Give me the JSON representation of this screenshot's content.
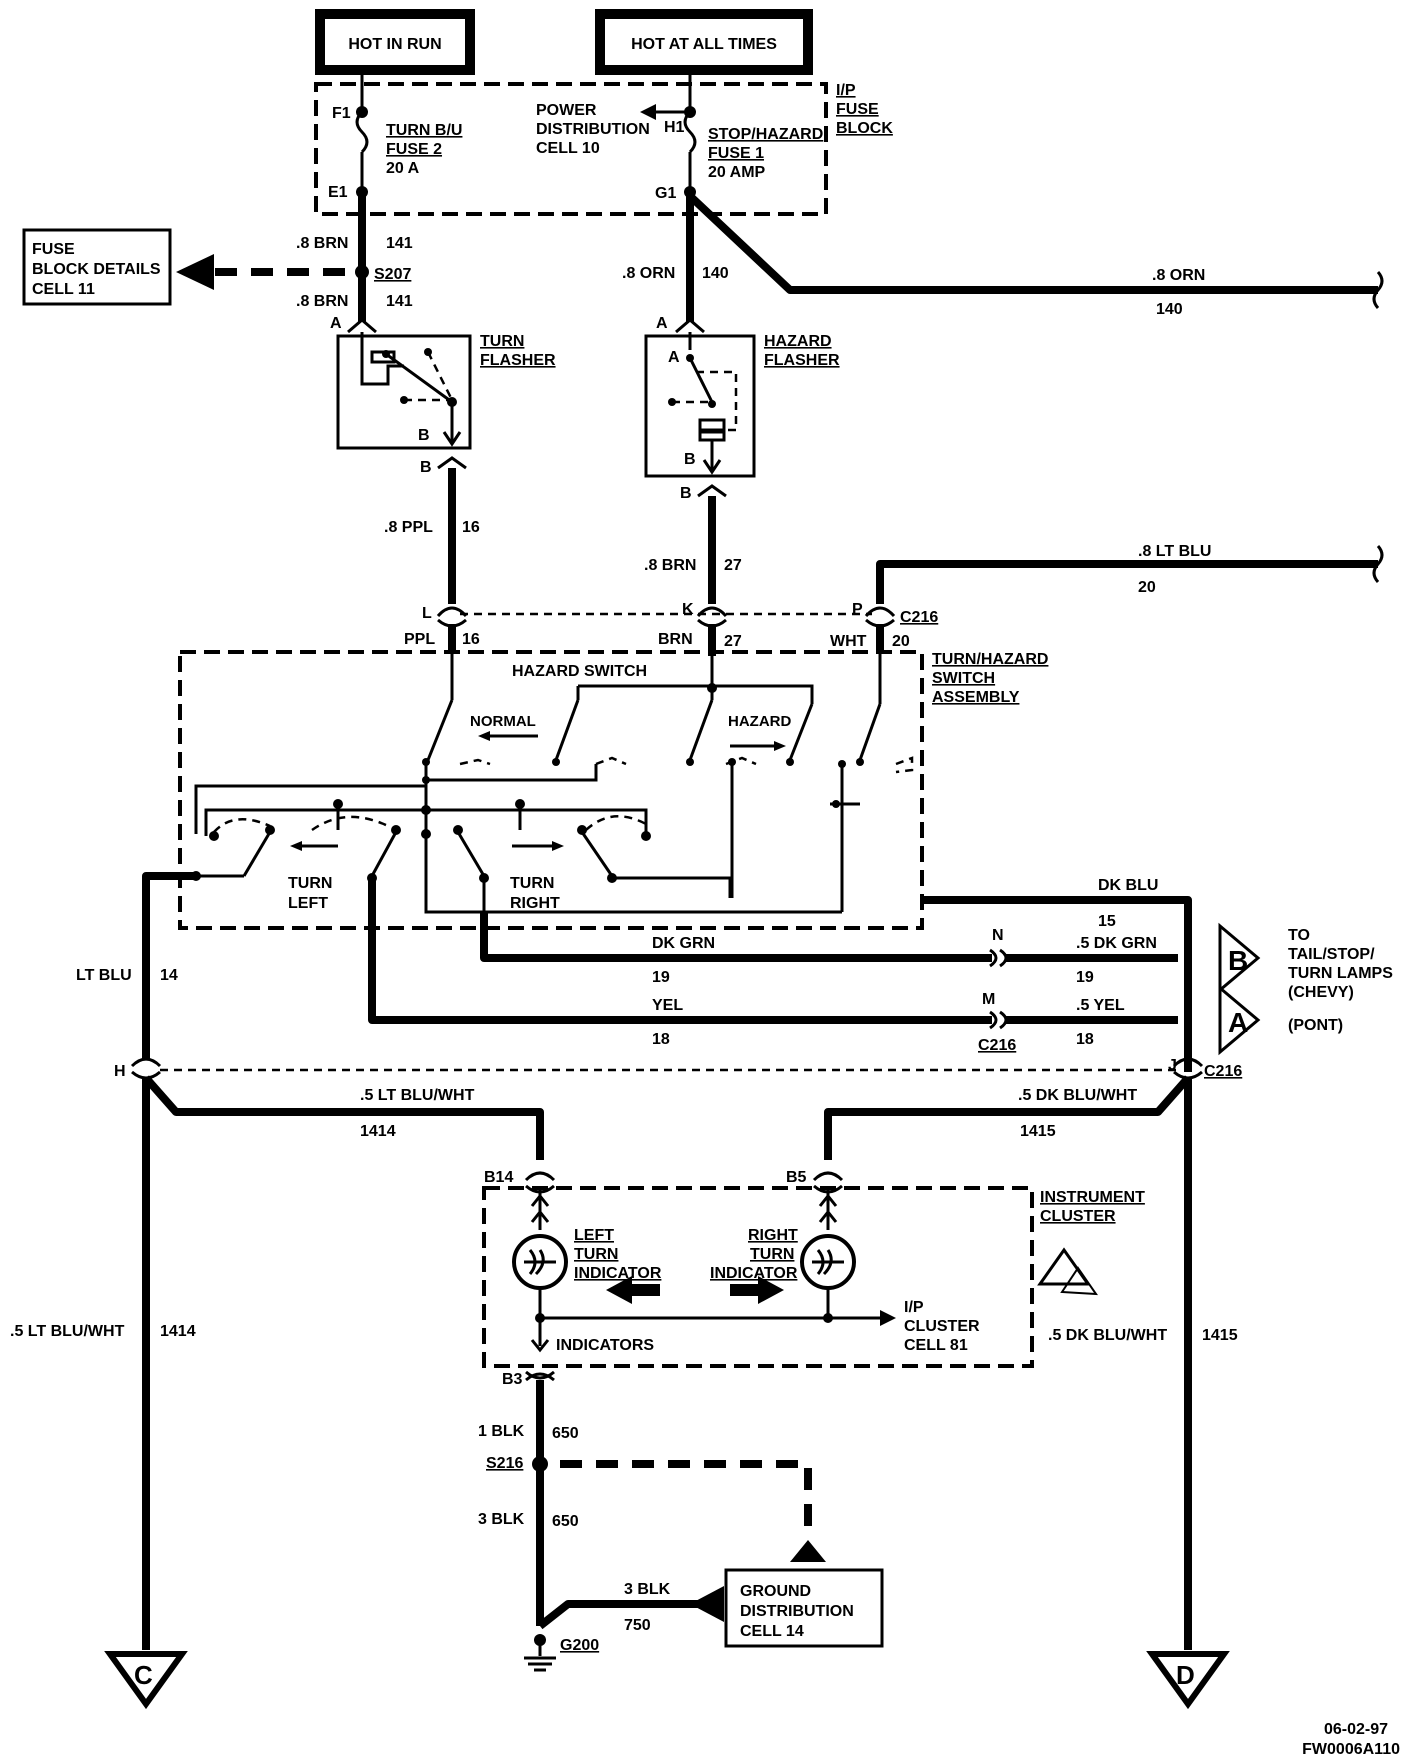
{
  "power": {
    "hot_in_run": "HOT IN RUN",
    "hot_at_all_times": "HOT AT ALL TIMES"
  },
  "fuse_block": {
    "title": [
      "I/P",
      "FUSE",
      "BLOCK"
    ],
    "turn_fuse": [
      "TURN B/U",
      "FUSE 2",
      "20 A"
    ],
    "power_dist": [
      "POWER",
      "DISTRIBUTION",
      "CELL 10"
    ],
    "stop_fuse": [
      "STOP/HAZARD",
      "FUSE 1",
      "20 AMP"
    ],
    "pins": {
      "f1": "F1",
      "e1": "E1",
      "h1": "H1",
      "g1": "G1"
    }
  },
  "fuse_details": [
    "FUSE",
    "BLOCK DETAILS",
    "CELL 11"
  ],
  "wires": {
    "brn141_top": ".8 BRN",
    "n141_top": "141",
    "s207": "S207",
    "brn141_bot": ".8 BRN",
    "n141_bot": "141",
    "orn140_left": ".8 ORN",
    "n140_left": "140",
    "orn140_right": ".8 ORN",
    "n140_right": "140",
    "ppl16": ".8 PPL",
    "n16": "16",
    "brn27": ".8 BRN",
    "n27": "27",
    "ltblu20": ".8 LT BLU",
    "n20": "20",
    "ppl_c": "PPL",
    "n16_c": "16",
    "brn_c": "BRN",
    "n27_c": "27",
    "wht_c": "WHT",
    "n20_c": "20",
    "dkblu": "DK BLU",
    "n15": "15",
    "dkgrn": "DK GRN",
    "n19": "19",
    "dkgrn5": ".5 DK GRN",
    "n19b": "19",
    "yel": "YEL",
    "n18": "18",
    "yel5": ".5 YEL",
    "n18b": "18",
    "ltblu14": "LT BLU",
    "n14": "14",
    "ltbluwht_top": ".5 LT BLU/WHT",
    "n1414_top": "1414",
    "dkbluwht_top": ".5 DK BLU/WHT",
    "n1415_top": "1415",
    "ltbluwht_side": ".5 LT BLU/WHT",
    "n1414_side": "1414",
    "dkbluwht_side": ".5 DK BLU/WHT",
    "n1415_side": "1415",
    "blk1": "1 BLK",
    "n650a": "650",
    "s216": "S216",
    "blk3": "3 BLK",
    "n650b": "650",
    "blk3b": "3 BLK",
    "n750": "750",
    "g200": "G200"
  },
  "flashers": {
    "turn": [
      "TURN",
      "FLASHER"
    ],
    "hazard": [
      "HAZARD",
      "FLASHER"
    ],
    "pin_a": "A",
    "pin_b": "B"
  },
  "connector": {
    "c216": "C216",
    "l": "L",
    "k": "K",
    "p": "P",
    "n": "N",
    "m": "M",
    "h": "H",
    "j": "J"
  },
  "switch_assembly": {
    "title": [
      "TURN/HAZARD",
      "SWITCH",
      "ASSEMBLY"
    ],
    "hazard_switch": "HAZARD SWITCH",
    "normal": "NORMAL",
    "hazard": "HAZARD",
    "turn_left": [
      "TURN",
      "LEFT"
    ],
    "turn_right": [
      "TURN",
      "RIGHT"
    ]
  },
  "destinations": {
    "b_letter": "B",
    "a_letter": "A",
    "b_label": [
      "TO",
      "TAIL/STOP/",
      "TURN LAMPS",
      "(CHEVY)"
    ],
    "a_label": "(PONT)",
    "c_letter": "C",
    "d_letter": "D"
  },
  "cluster": {
    "title": [
      "INSTRUMENT",
      "CLUSTER"
    ],
    "left_ind": [
      "LEFT",
      "TURN",
      "INDICATOR"
    ],
    "right_ind": [
      "RIGHT",
      "TURN",
      "INDICATOR"
    ],
    "ip_cluster": [
      "I/P",
      "CLUSTER",
      "CELL 81"
    ],
    "indicators": "INDICATORS",
    "b14": "B14",
    "b5": "B5",
    "b3": "B3"
  },
  "ground": [
    "GROUND",
    "DISTRIBUTION",
    "CELL 14"
  ],
  "footer": {
    "date": "06-02-97",
    "code": "FW0006A110"
  }
}
